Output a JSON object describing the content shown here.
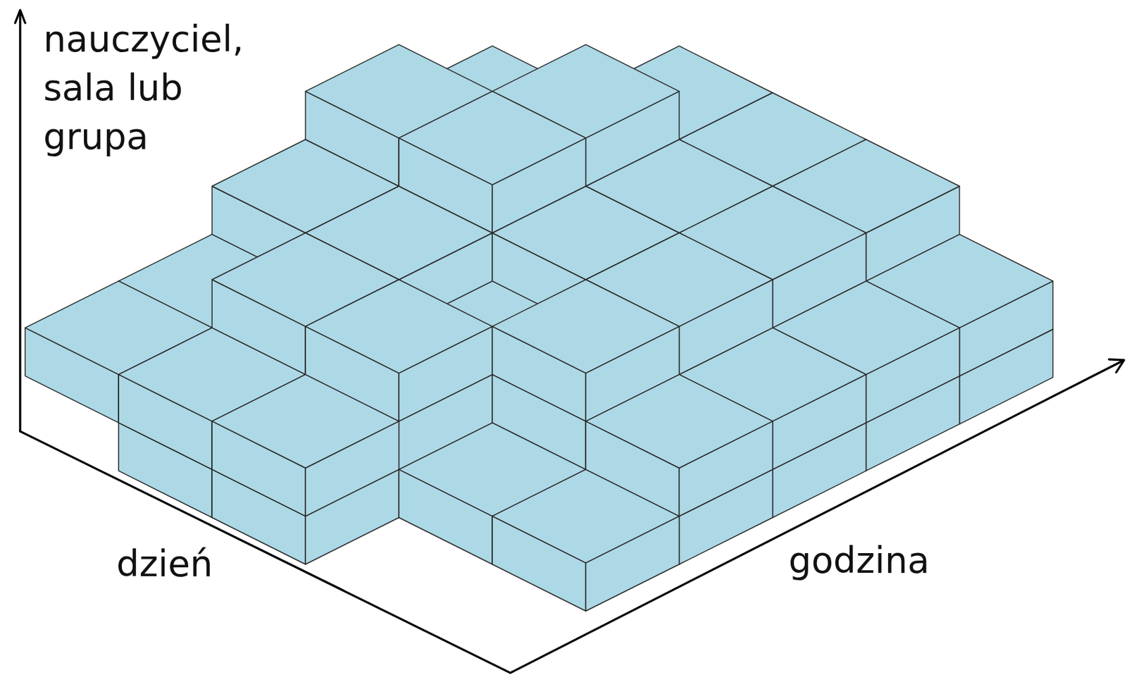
{
  "diagram": {
    "labels": [
      "nauczyciel, sala lub grupa",
      "dzień",
      "godzina"
    ]
  }
}
